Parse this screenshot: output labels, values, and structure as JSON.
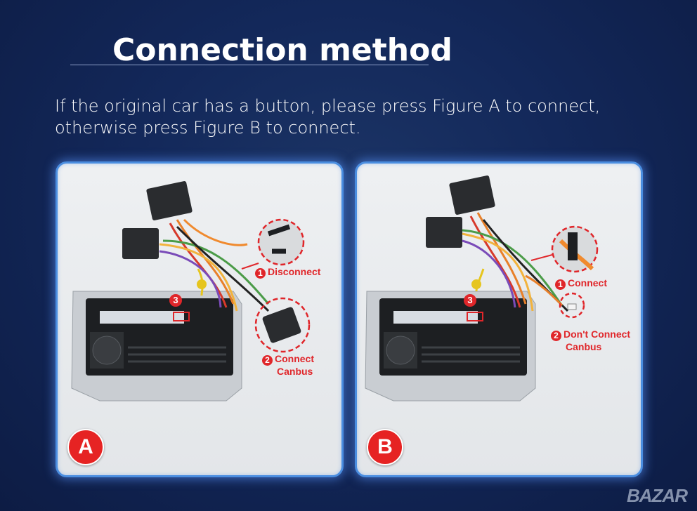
{
  "header": {
    "title": "Connection method",
    "subtitle_line1": "If the original car has a button, please press Figure A to connect,",
    "subtitle_line2": "otherwise press Figure B to connect."
  },
  "figures": [
    {
      "badge": "A",
      "step1_num": "1",
      "step1_label": "Disconnect",
      "step2_num": "2",
      "step2_label_line1": "Connect",
      "step2_label_line2": "Canbus",
      "marker": "3"
    },
    {
      "badge": "B",
      "step1_num": "1",
      "step1_label": "Connect",
      "step2_num": "2",
      "step2_label_line1": "Don't Connect",
      "step2_label_line2": "Canbus",
      "marker": "3"
    }
  ],
  "colors": {
    "accent_red": "#e0262a",
    "panel_border": "#4b8ee0",
    "background": "#13285a"
  },
  "watermark": "BAZAR"
}
